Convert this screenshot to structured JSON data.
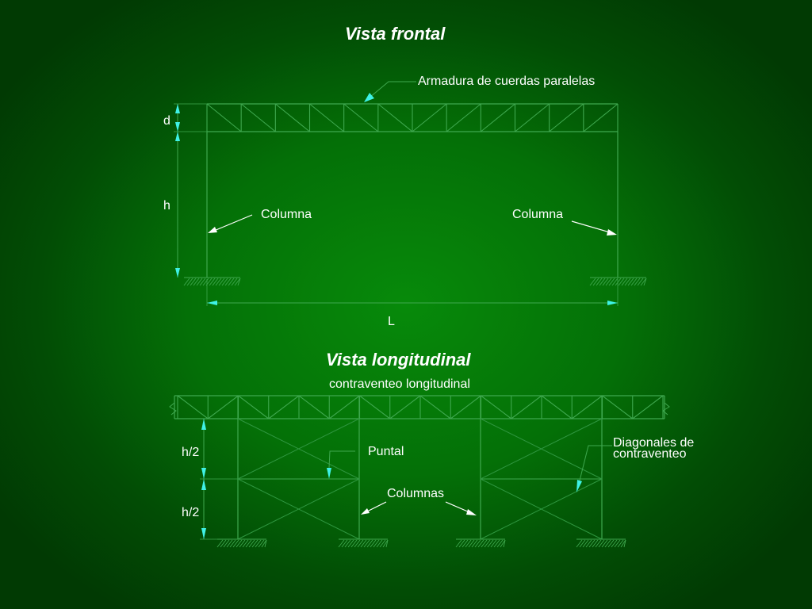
{
  "front_view": {
    "title": "Vista frontal",
    "truss_label": "Armadura de cuerdas paralelas",
    "dim_d": "d",
    "dim_h": "h",
    "dim_L": "L",
    "column_left_label": "Columna",
    "column_right_label": "Columna",
    "truss_panels": 12
  },
  "longitudinal_view": {
    "title": "Vista longitudinal",
    "bracing_label": "contraventeo longitudinal",
    "strut_label": "Puntal",
    "columns_label": "Columnas",
    "diagonals_label_line1": "Diagonales de",
    "diagonals_label_line2": "contraventeo",
    "dim_upper": "h/2",
    "dim_lower": "h/2",
    "truss_panels": 16
  },
  "colors": {
    "background": "#047007",
    "structure_line": "#3fa84f",
    "arrow_cyan": "#3ff2e6",
    "text": "#ffffff"
  }
}
